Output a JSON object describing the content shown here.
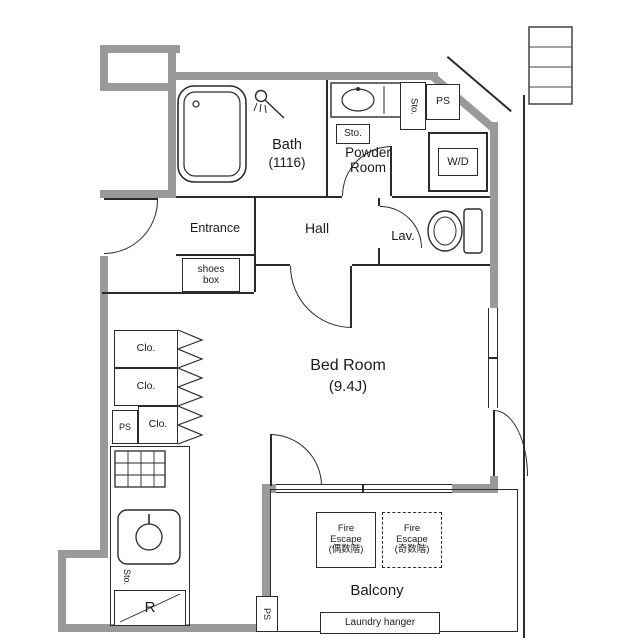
{
  "rooms": {
    "bath": {
      "name": "Bath",
      "size": "(1116)"
    },
    "powder_room": {
      "line1": "Powder",
      "line2": "Room"
    },
    "entrance": {
      "name": "Entrance"
    },
    "hall": {
      "name": "Hall"
    },
    "lavatory": {
      "name": "Lav."
    },
    "washer_dryer": {
      "name": "W/D"
    },
    "bedroom": {
      "name": "Bed Room",
      "size": "(9.4J)"
    },
    "balcony": {
      "name": "Balcony"
    },
    "refrigerator": {
      "name": "R"
    }
  },
  "storage": {
    "shoes_box": {
      "line1": "shoes",
      "line2": "box"
    },
    "sto_powder_right": "Sto.",
    "sto_powder_inner": "Sto.",
    "sto_kitchen": "Sto.",
    "closet_1": "Clo.",
    "closet_2": "Clo.",
    "closet_3": "Clo."
  },
  "pipe_spaces": {
    "top": "PS",
    "left": "PS",
    "balcony": "PS"
  },
  "fire_escape": {
    "even": {
      "line1": "Fire",
      "line2": "Escape",
      "line3": "(偶数階)"
    },
    "odd": {
      "line1": "Fire",
      "line2": "Escape",
      "line3": "(奇数階)"
    }
  },
  "balcony_items": {
    "laundry_hanger": "Laundry hanger"
  },
  "colors": {
    "wall_gray": "#9a9a9a",
    "line": "#2b2b2b",
    "background": "#ffffff"
  }
}
